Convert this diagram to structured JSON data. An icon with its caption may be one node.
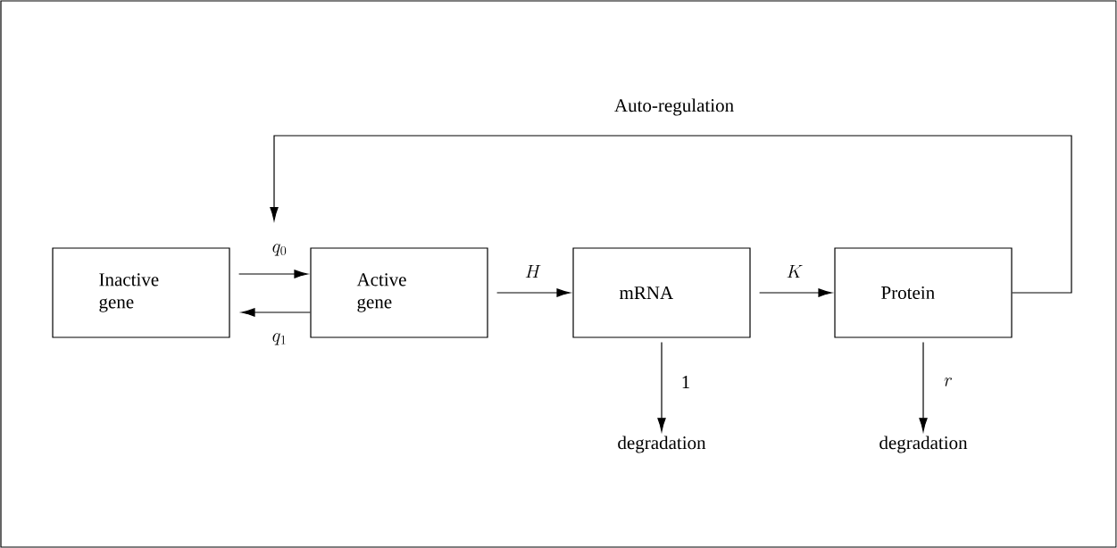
{
  "diagram": {
    "nodes": [
      {
        "text": [
          "Inactive gene"
        ]
      },
      {
        "text": [
          "Active gene"
        ]
      },
      {
        "text": [
          "mRNA"
        ]
      },
      {
        "text": [
          "Protein"
        ]
      },
      {
        "text": [
          "degradation"
        ]
      },
      {
        "text": [
          "degradation"
        ]
      }
    ],
    "edges": [
      {
        "from": 0,
        "to": 1,
        "arrow": "to",
        "label": "q_0"
      },
      {
        "from": 1,
        "to": 0,
        "arrow": "to",
        "label": "q_1"
      },
      {
        "from": 1,
        "to": 2,
        "arrow": "to",
        "label": "H"
      },
      {
        "from": 2,
        "to": 3,
        "arrow": "to",
        "label": "K"
      },
      {
        "from": 3,
        "to": null,
        "arrow": "to",
        "label": "Auto-regulation"
      },
      {
        "from": 2,
        "to": 4,
        "arrow": "to",
        "label": "1"
      },
      {
        "from": 3,
        "to": 5,
        "arrow": "to",
        "label": "r"
      }
    ]
  }
}
